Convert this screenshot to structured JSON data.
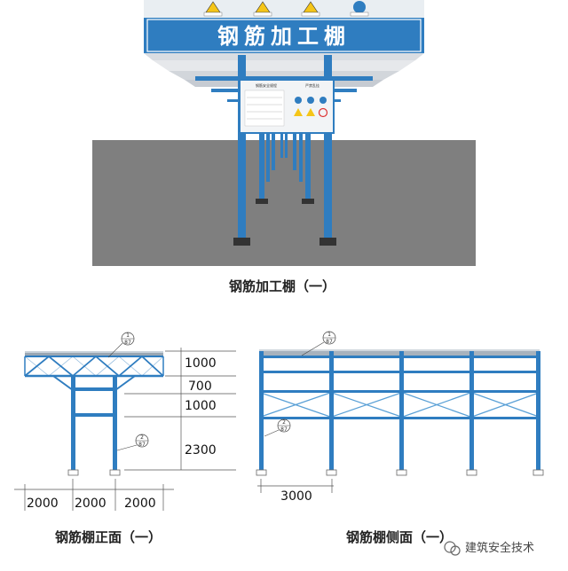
{
  "perspective": {
    "banner_text": "钢筋加工棚",
    "board_title": "钢筋安全规程",
    "board_title_right": "严禁乱挂",
    "caption": "钢筋加工棚（一）",
    "colors": {
      "blue": "#2f7dc0",
      "ground": "#808080",
      "frame": "#3b6fa6"
    }
  },
  "front_view": {
    "caption": "钢筋棚正面（一）",
    "heights": [
      "1000",
      "700",
      "1000",
      "2300"
    ],
    "widths": [
      "2000",
      "2000",
      "2000"
    ],
    "callout_1": {
      "top": "1",
      "bottom": "87"
    },
    "callout_2": {
      "top": "2",
      "bottom": "87"
    }
  },
  "side_view": {
    "caption": "钢筋棚侧面（一）",
    "bay_width": "3000",
    "callout_1": {
      "top": "1",
      "bottom": "87"
    },
    "callout_2": {
      "top": "2",
      "bottom": "87"
    }
  },
  "watermark": {
    "text": "建筑安全技术"
  }
}
